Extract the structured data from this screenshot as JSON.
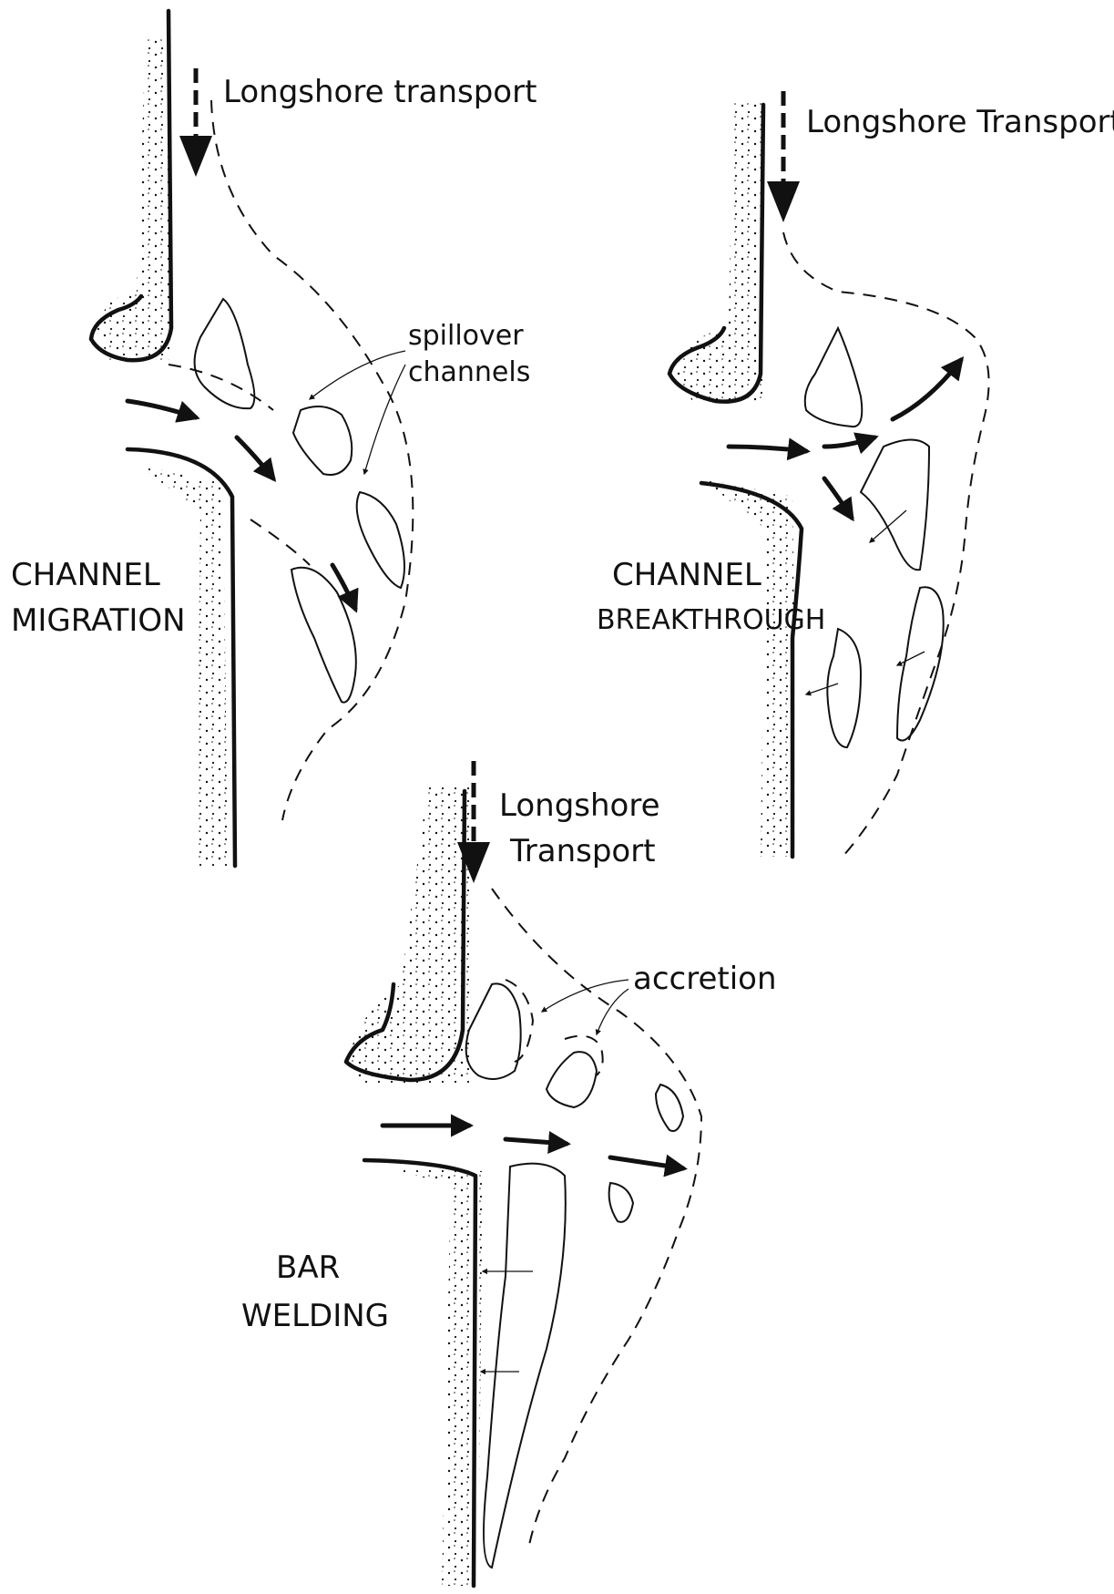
{
  "panels": {
    "migration": {
      "title_line1": "CHANNEL",
      "title_line2": "MIGRATION",
      "transport_label": "Longshore transport",
      "annotation_line1": "spillover",
      "annotation_line2": "channels"
    },
    "breakthrough": {
      "title_line1": "CHANNEL",
      "title_line2": "BREAKTHROUGH",
      "transport_label": "Longshore Transport"
    },
    "welding": {
      "title_line1": "BAR",
      "title_line2": "WELDING",
      "transport_line1": "Longshore",
      "transport_line2": "Transport",
      "annotation": "accretion"
    }
  },
  "colors": {
    "ink": "#111111",
    "paper": "#ffffff"
  }
}
